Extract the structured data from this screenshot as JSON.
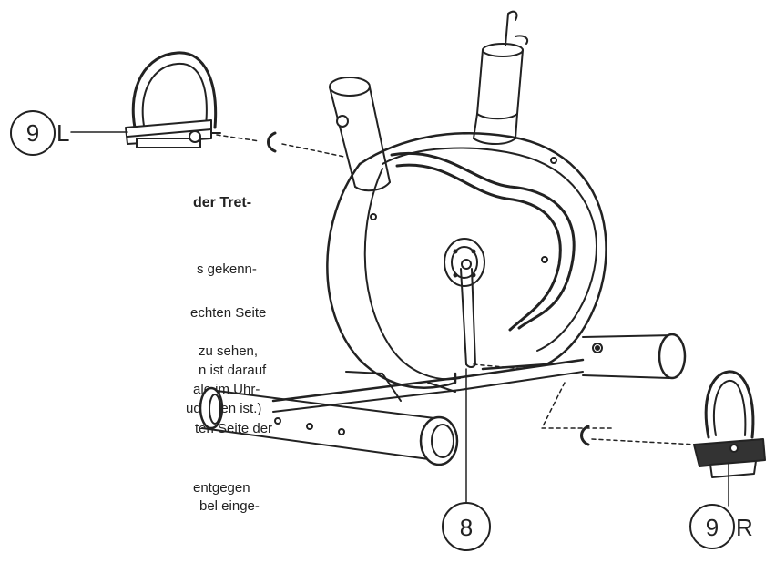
{
  "instructions": {
    "lines": [
      {
        "text": "der Tret-",
        "bold": true
      },
      {
        "text": "s gekenn-",
        "bold": false
      },
      {
        "text": "echten Seite",
        "bold": false
      },
      {
        "text": "zu sehen,",
        "bold": false
      },
      {
        "text": "n ist darauf",
        "bold": false
      },
      {
        "text": "ale im Uhr-",
        "bold": false
      },
      {
        "text": "udrehen ist.)",
        "bold": false
      },
      {
        "text": "ten Seite der",
        "bold": false
      },
      {
        "text": "entgegen",
        "bold": false
      },
      {
        "text": "bel einge-",
        "bold": false
      }
    ]
  },
  "callouts": {
    "left_pedal": {
      "number": "9",
      "side": "L"
    },
    "crank": {
      "number": "8"
    },
    "right_pedal": {
      "number": "9",
      "side": "R"
    }
  }
}
